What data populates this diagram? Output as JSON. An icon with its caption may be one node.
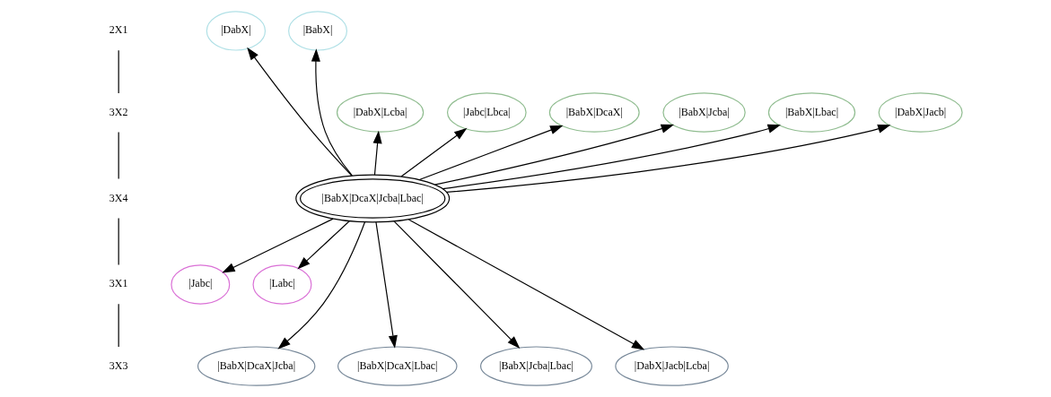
{
  "diagram": {
    "nodes": [
      {
        "text": [
          "2X1"
        ]
      },
      {
        "text": [
          "|DabX|"
        ]
      },
      {
        "text": [
          "|BabX|"
        ]
      },
      {
        "text": [
          "3X2"
        ]
      },
      {
        "text": [
          "|DabX|Lcba|"
        ]
      },
      {
        "text": [
          "|Jabc|Lbca|"
        ]
      },
      {
        "text": [
          "|BabX|DcaX|"
        ]
      },
      {
        "text": [
          "|BabX|Jcba|"
        ]
      },
      {
        "text": [
          "|BabX|Lbac|"
        ]
      },
      {
        "text": [
          "|DabX|Jacb|"
        ]
      },
      {
        "text": [
          "3X4"
        ]
      },
      {
        "text": [
          "|BabX|DcaX|Jcba|Lbac|"
        ]
      },
      {
        "text": [
          "3X1"
        ]
      },
      {
        "text": [
          "|Jabc|"
        ]
      },
      {
        "text": [
          "|Labc|"
        ]
      },
      {
        "text": [
          "3X3"
        ]
      },
      {
        "text": [
          "|BabX|DcaX|Jcba|"
        ]
      },
      {
        "text": [
          "|BabX|DcaX|Lbac|"
        ]
      },
      {
        "text": [
          "|BabX|Jcba|Lbac|"
        ]
      },
      {
        "text": [
          "|DabX|Jacb|Lcba|"
        ]
      }
    ],
    "edges": [
      {
        "from": 0,
        "to": 3,
        "arrow": "none"
      },
      {
        "from": 3,
        "to": 10,
        "arrow": "none"
      },
      {
        "from": 10,
        "to": 12,
        "arrow": "none"
      },
      {
        "from": 12,
        "to": 15,
        "arrow": "none"
      },
      {
        "from": 11,
        "to": 1,
        "arrow": "to"
      },
      {
        "from": 11,
        "to": 2,
        "arrow": "to"
      },
      {
        "from": 11,
        "to": 4,
        "arrow": "to"
      },
      {
        "from": 11,
        "to": 5,
        "arrow": "to"
      },
      {
        "from": 11,
        "to": 6,
        "arrow": "to"
      },
      {
        "from": 11,
        "to": 7,
        "arrow": "to"
      },
      {
        "from": 11,
        "to": 8,
        "arrow": "to"
      },
      {
        "from": 11,
        "to": 9,
        "arrow": "to"
      },
      {
        "from": 11,
        "to": 13,
        "arrow": "to"
      },
      {
        "from": 11,
        "to": 14,
        "arrow": "to"
      },
      {
        "from": 11,
        "to": 16,
        "arrow": "to"
      },
      {
        "from": 11,
        "to": 17,
        "arrow": "to"
      },
      {
        "from": 11,
        "to": 18,
        "arrow": "to"
      },
      {
        "from": 11,
        "to": 19,
        "arrow": "to"
      }
    ]
  }
}
